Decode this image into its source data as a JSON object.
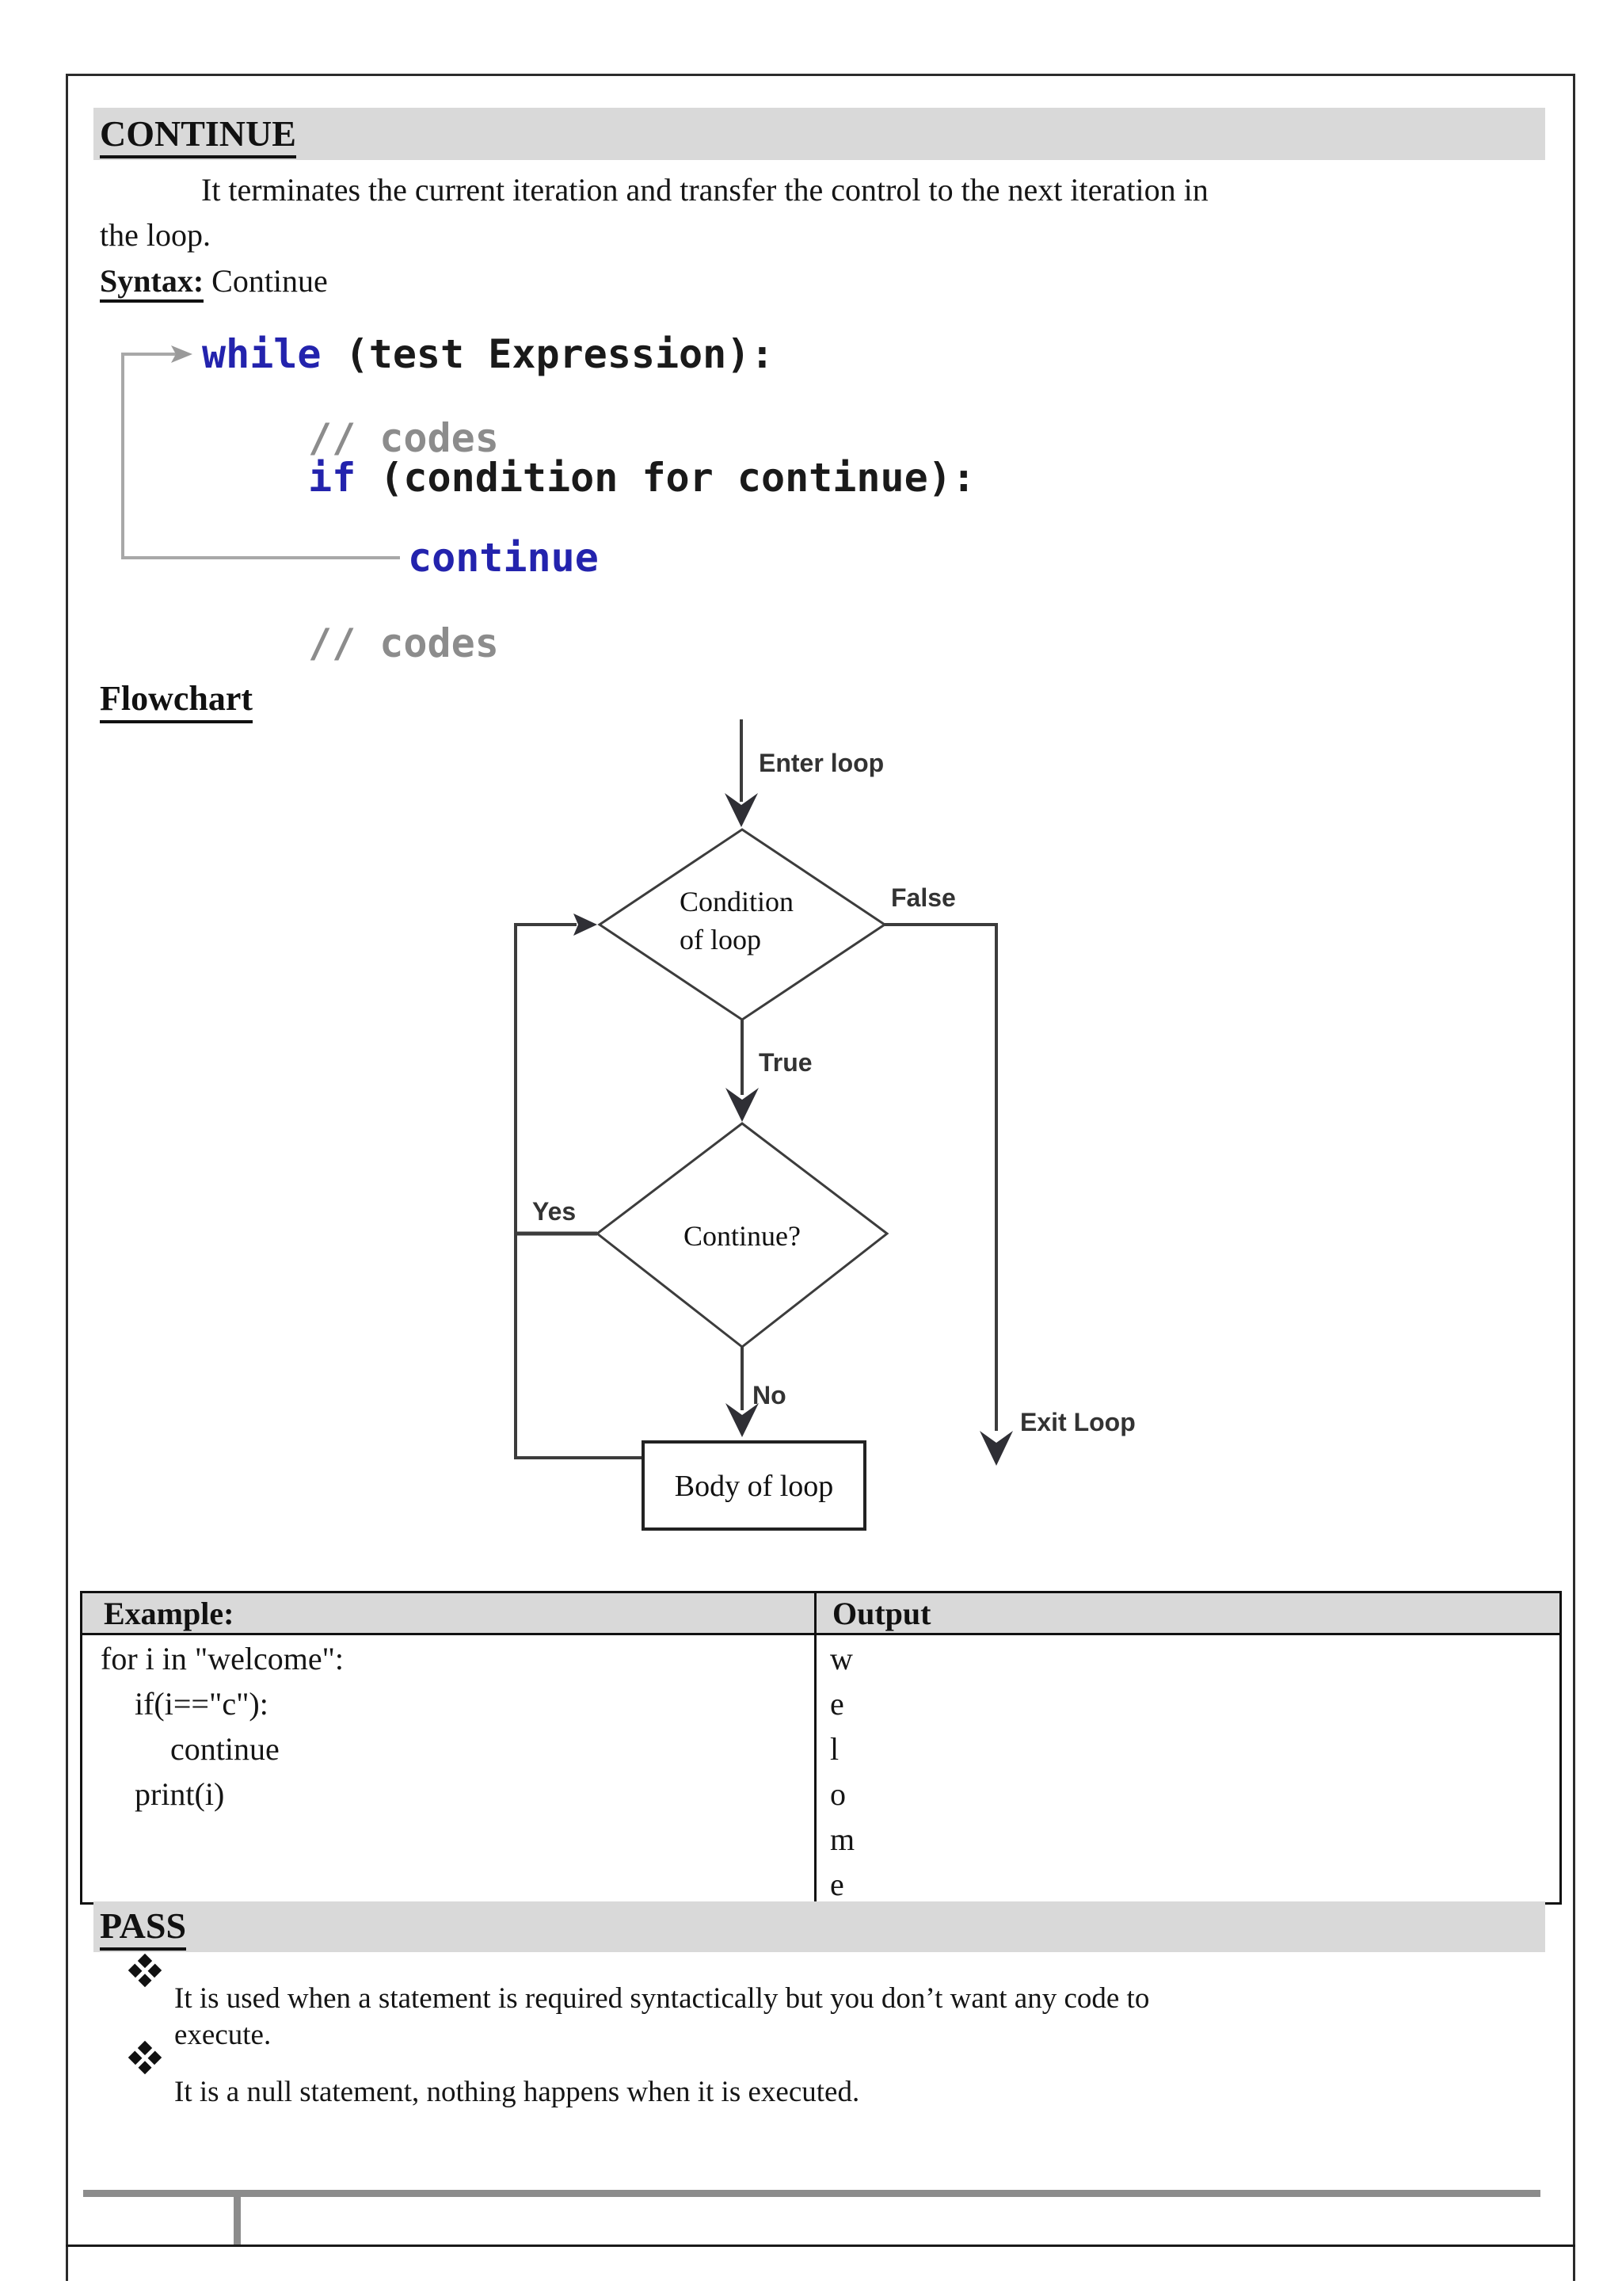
{
  "headings": {
    "continue": "CONTINUE",
    "flowchart": "Flowchart",
    "pass": "PASS"
  },
  "intro": {
    "line1": "It terminates the current iteration and transfer the control to the next iteration in",
    "line2": "the loop."
  },
  "syntax": {
    "label": "Syntax:",
    "value": " Continue"
  },
  "code": {
    "kw_while": "while",
    "while_rest": " (test Expression):",
    "comment1": "// codes",
    "kw_if": "if",
    "if_rest": " (condition for continue):",
    "kw_continue": "continue",
    "comment2": "// codes"
  },
  "flowchart": {
    "enter_label": "Enter loop",
    "cond1_line1": "Condition",
    "cond1_line2": "of loop",
    "false_label": "False",
    "true_label": "True",
    "cond2_label": "Continue?",
    "yes_label": "Yes",
    "no_label": "No",
    "exit_label": "Exit Loop",
    "body_label": "Body of loop"
  },
  "table": {
    "header_example": "Example:",
    "header_output": "Output",
    "example_lines": [
      "for i in \"welcome\":",
      "if(i==\"c\"):",
      "continue",
      "print(i)"
    ],
    "output_lines": [
      "w",
      "e",
      "l",
      "o",
      "m",
      "e"
    ]
  },
  "pass_section": {
    "bullet1_line1": "It is used when a statement is required syntactically but you don’t want any code to",
    "bullet1_line2": "execute.",
    "bullet2": "It is a null statement, nothing happens when it is executed."
  },
  "colors": {
    "bar_gray": "#d9d9d9",
    "keyword_blue": "#2323ad",
    "comment_gray": "#8c8c8c",
    "loop_line_gray": "#a8a8a8",
    "flow_stroke": "#3c3c3c",
    "footer_gray": "#8c8c8c"
  }
}
